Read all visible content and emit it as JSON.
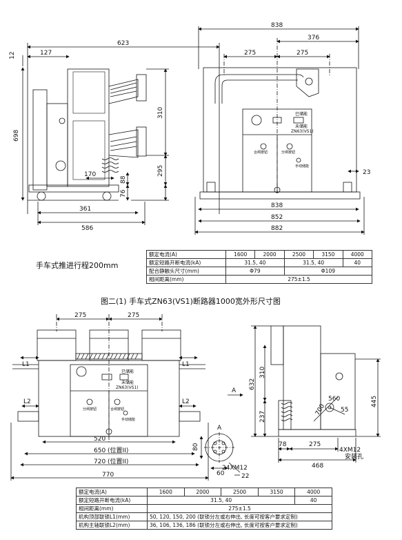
{
  "figure1": {
    "caption": "图二(1)  手车式ZN63(VS1)断路器1000宽外形尺寸图",
    "note": "手车式推进行程200mm",
    "side_view": {
      "dims": [
        "12",
        "127",
        "623",
        "698",
        "310",
        "170",
        "88",
        "295",
        "76",
        "361",
        "586"
      ]
    },
    "front_view": {
      "dims": [
        "838",
        "376",
        "275",
        "275",
        "23",
        "838",
        "852",
        "882"
      ],
      "panel_model": "ZN63(VS1)",
      "panel_labels": [
        "合闸按钮",
        "分闸按钮",
        "手动储能",
        "已储能",
        "未储能"
      ]
    },
    "table": {
      "rows": [
        {
          "label": "额定电流(A)",
          "cells": [
            "1600",
            "2000",
            "2500",
            "3150",
            "4000"
          ]
        },
        {
          "label": "额定短路开断电流(kA)",
          "cells": [
            "31.5, 40",
            "31.5, 40",
            "40"
          ]
        },
        {
          "label": "配合静触头尺寸(mm)",
          "cells": [
            "Φ79",
            "Φ109"
          ]
        },
        {
          "label": "相间距离(mm)",
          "cells": [
            "275±1.5"
          ]
        }
      ]
    }
  },
  "figure2": {
    "front_view": {
      "dims": [
        "275",
        "275",
        "L1",
        "L1",
        "L2",
        "L2",
        "520",
        "650 (位置II)",
        "720 (位置II)",
        "770"
      ],
      "panel_model": "ZN63(VS1)",
      "panel_labels": [
        "已储能",
        "未储能",
        "分闸按钮",
        "合闸按钮",
        "手动储能"
      ],
      "arrow_label": "A"
    },
    "detail_view": {
      "title": "A",
      "dims": [
        "80",
        "60",
        "22",
        "24XM12"
      ]
    },
    "side_view": {
      "dims": [
        "310",
        "632",
        "237",
        "445",
        "700",
        "560",
        "55",
        "78",
        "275",
        "468",
        "4XM12"
      ],
      "labels": [
        "安装孔"
      ]
    },
    "table": {
      "rows": [
        {
          "label": "额定电流(A)",
          "cells": [
            "1600",
            "2000",
            "2500",
            "3150",
            "4000"
          ]
        },
        {
          "label": "额定短路开断电流(kA)",
          "cells": [
            "31.5, 40",
            "40"
          ]
        },
        {
          "label": "相间距离(mm)",
          "cells": [
            "275±1.5"
          ]
        },
        {
          "label": "机构顶部联锁L1(mm)",
          "cells": [
            "50, 120, 150, 200  (联锁分左或右伸出, 长度可按客户要求定制)"
          ]
        },
        {
          "label": "机构主轴联锁L2(mm)",
          "cells": [
            "36, 106, 136, 186  (联锁分左或右伸出, 长度可按客户要求定制)"
          ]
        }
      ]
    }
  }
}
